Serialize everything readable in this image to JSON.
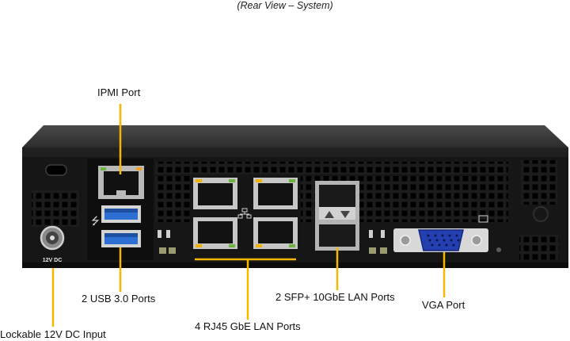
{
  "caption": "(Rear View – System)",
  "device": {
    "power_jack_label": "12V DC"
  },
  "labels": {
    "ipmi": "IPMI Port",
    "usb": "2 USB 3.0 Ports",
    "power": "Lockable 12V DC Input",
    "rj45": "4 RJ45 GbE LAN Ports",
    "sfp": "2 SFP+ 10GbE LAN Ports",
    "vga": "VGA Port"
  },
  "colors": {
    "callout": "#f5b800",
    "chassis_top": "#3a3a3a",
    "chassis_face": "#171717",
    "usb_blue": "#2d6fd2",
    "vga_blue": "#2440b0",
    "port_metal": "#c8c8c8"
  }
}
